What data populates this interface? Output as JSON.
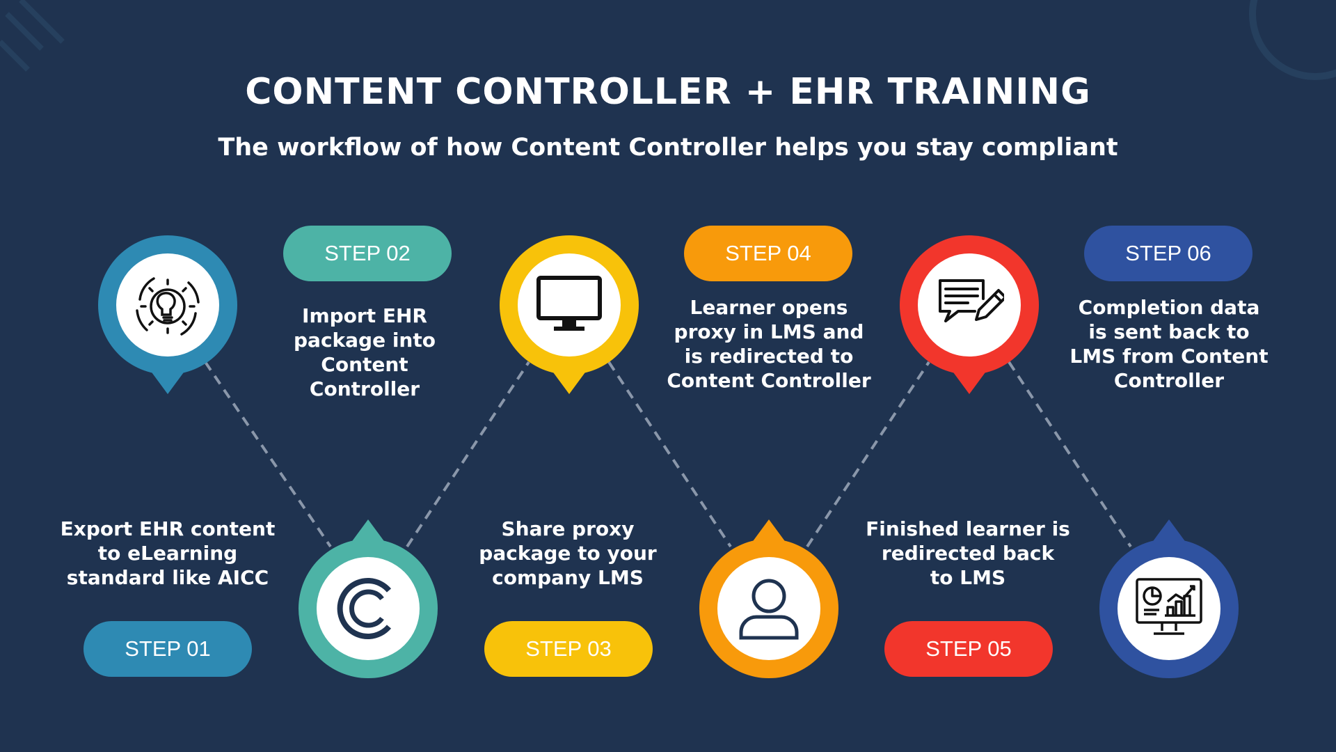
{
  "title": "CONTENT CONTROLLER + EHR TRAINING",
  "subtitle": "The workflow of how Content Controller helps you stay compliant",
  "steps": [
    {
      "label": "STEP 01",
      "text": "Export EHR content\nto eLearning\nstandard like AICC",
      "color": "#2e8ab3",
      "icon": "gear-lightbulb-icon"
    },
    {
      "label": "STEP 02",
      "text": "Import EHR\npackage into\nContent\nController",
      "color": "#4db3a6",
      "icon": "content-controller-logo-icon"
    },
    {
      "label": "STEP 03",
      "text": "Share proxy\npackage to your\ncompany LMS",
      "color": "#f8c20a",
      "icon": "monitor-icon"
    },
    {
      "label": "STEP 04",
      "text": "Learner opens\nproxy in LMS and\nis redirected to\nContent Controller",
      "color": "#f89a0b",
      "icon": "user-icon"
    },
    {
      "label": "STEP 05",
      "text": "Finished learner is\nredirected back\nto LMS",
      "color": "#f2362c",
      "icon": "document-edit-icon"
    },
    {
      "label": "STEP 06",
      "text": "Completion data\nis sent back to\nLMS from Content\nController",
      "color": "#2f52a0",
      "icon": "analytics-monitor-icon"
    }
  ]
}
